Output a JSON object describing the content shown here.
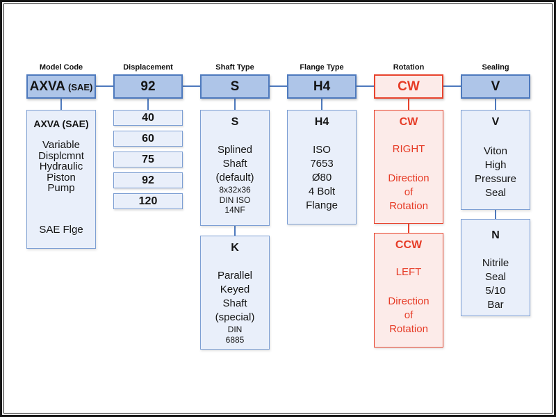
{
  "diagram_title": "AXVA (SAE) hydraulic pump model code breakdown",
  "colors": {
    "code_box_fill": "#aec5e8",
    "code_box_border": "#4d79bd",
    "detail_box_fill": "#e9effa",
    "detail_box_border": "#7d9fd3",
    "red_fill": "#fcebe9",
    "red_border": "#e8432d",
    "red_text": "#e63b26",
    "frame": "#161616"
  },
  "columns": {
    "model_code": {
      "header": "Model Code",
      "code_main": "AXVA",
      "code_suffix": "(SAE)",
      "detail": {
        "title": "AXVA (SAE)",
        "lines": [
          "Variable",
          "Displcmnt",
          "Hydraulic",
          "Piston",
          "Pump"
        ],
        "footer": "SAE Flge"
      }
    },
    "displacement": {
      "header": "Displacement",
      "code": "92",
      "options": [
        "40",
        "60",
        "75",
        "92",
        "120"
      ]
    },
    "shaft_type": {
      "header": "Shaft Type",
      "code": "S",
      "primary": {
        "title": "S",
        "lines": [
          "Splined",
          "Shaft",
          "(default)"
        ],
        "small_lines": [
          "8x32x36",
          "DIN ISO",
          "14NF"
        ]
      },
      "secondary": {
        "title": "K",
        "lines": [
          "Parallel",
          "Keyed",
          "Shaft",
          "(special)"
        ],
        "small_lines": [
          "DIN",
          "6885"
        ]
      }
    },
    "flange_type": {
      "header": "Flange Type",
      "code": "H4",
      "detail": {
        "title": "H4",
        "lines": [
          "ISO",
          "7653",
          "Ø80",
          "4 Bolt",
          "Flange"
        ]
      }
    },
    "rotation": {
      "header": "Rotation",
      "code": "CW",
      "primary": {
        "title": "CW",
        "direction_word": "RIGHT",
        "lines": [
          "Direction",
          "of",
          "Rotation"
        ]
      },
      "secondary": {
        "title": "CCW",
        "direction_word": "LEFT",
        "lines": [
          "Direction",
          "of",
          "Rotation"
        ]
      }
    },
    "sealing": {
      "header": "Sealing",
      "code": "V",
      "primary": {
        "title": "V",
        "lines": [
          "Viton",
          "High",
          "Pressure",
          "Seal"
        ]
      },
      "secondary": {
        "title": "N",
        "lines": [
          "Nitrile",
          "Seal",
          "5/10",
          "Bar"
        ]
      }
    }
  }
}
